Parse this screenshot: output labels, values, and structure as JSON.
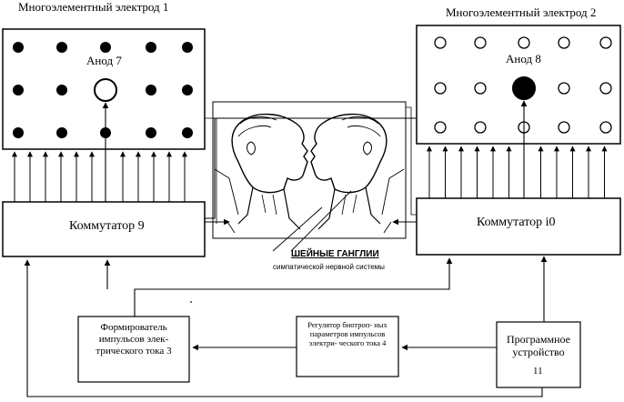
{
  "electrode1": {
    "title": "Многоэлементный электрод 1",
    "anode_label": "Анод 7"
  },
  "electrode2": {
    "title": "Многоэлементный электрод 2",
    "anode_label": "Анод 8"
  },
  "switch9": {
    "label": "Коммутатор 9"
  },
  "switch10": {
    "label": "Коммутатор i0"
  },
  "ganglia": {
    "title": "ШЕЙНЫЕ ГАНГЛИИ",
    "subtitle": "симпатической нервной системы"
  },
  "former": {
    "label": "Формирователь импульсов элек- трического тока 3"
  },
  "regulator": {
    "label": "Регулятор биотроп- ных параметров импульсов электри- ческого тока 4"
  },
  "program": {
    "label": "Программное устройство",
    "number": "11"
  },
  "colors": {
    "line": "#000000",
    "background": "#ffffff"
  }
}
